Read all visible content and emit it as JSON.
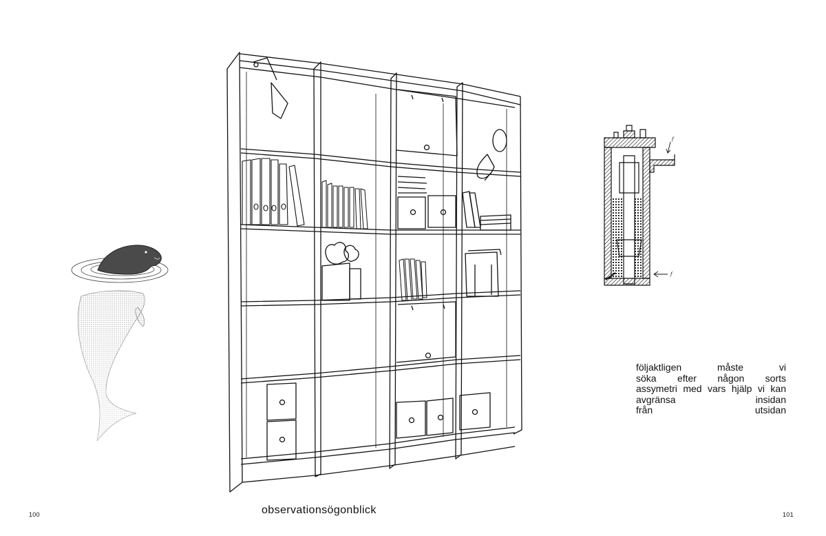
{
  "spread": {
    "left_page_number": "100",
    "right_page_number": "101",
    "caption": "observationsögonblick",
    "body_lines": [
      [
        "följaktligen",
        "måste",
        "vi"
      ],
      [
        "söka",
        "efter",
        "någon",
        "sorts"
      ],
      [
        "assymetri",
        "med",
        "vars",
        "hjälp",
        "vi",
        "kan"
      ],
      [
        "avgränsa",
        "insidan"
      ],
      [
        "från",
        "utsidan"
      ]
    ]
  },
  "illustrations": {
    "seal": "seal-illustration",
    "bookshelf": "bookshelf-illustration",
    "device": "cross-section-diagram"
  }
}
